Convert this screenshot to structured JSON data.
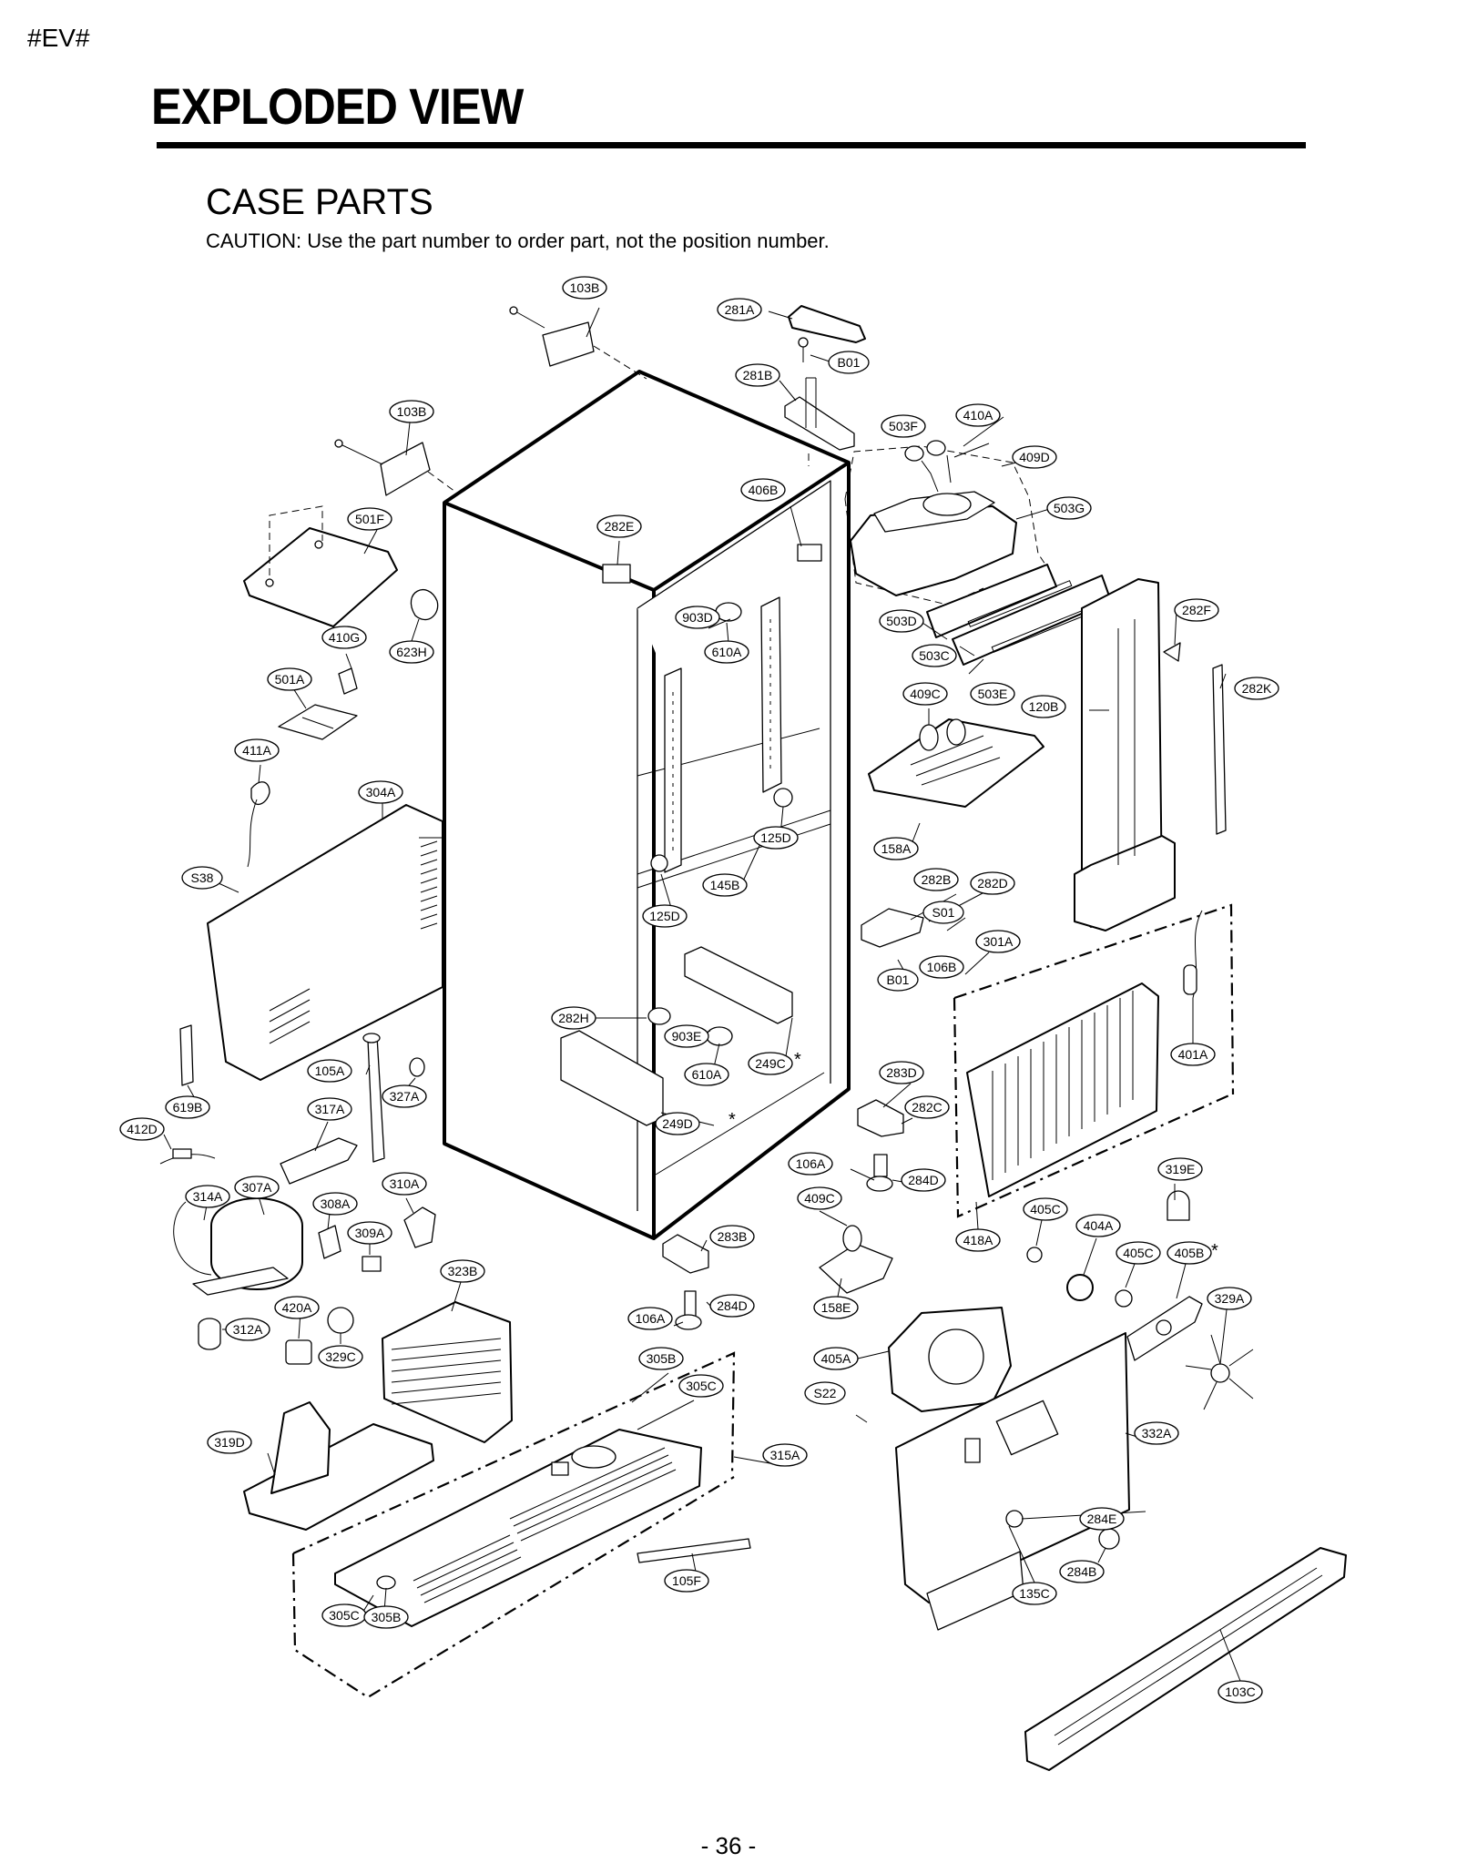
{
  "page_tag": "#EV#",
  "title": "EXPLODED VIEW",
  "section_title": "CASE PARTS",
  "caution": "CAUTION: Use the part number to order part, not the position number.",
  "page_number": "- 36 -",
  "asterisk": "*",
  "callouts": {
    "c01": "103B",
    "c02": "281A",
    "c03": "B01",
    "c04": "281B",
    "c05": "103B",
    "c06": "410A",
    "c07": "503F",
    "c08": "409D",
    "c09": "406B",
    "c10": "503G",
    "c11": "282E",
    "c12": "501F",
    "c13": "903D",
    "c14": "610A",
    "c15": "503D",
    "c16": "282F",
    "c17": "410G",
    "c18": "623H",
    "c19": "503C",
    "c20": "501A",
    "c21": "409C",
    "c22": "503E",
    "c23": "120B",
    "c24": "282K",
    "c25": "411A",
    "c26": "304A",
    "c27": "125D",
    "c28": "158A",
    "c29": "S38",
    "c30": "145B",
    "c31": "282B",
    "c32": "282D",
    "c33": "125D",
    "c34": "S01",
    "c35": "301A",
    "c36": "106B",
    "c37": "B01",
    "c38": "282H",
    "c39": "903E",
    "c40": "401A",
    "c41": "249C",
    "c42": "105A",
    "c43": "610A",
    "c44": "283D",
    "c45": "327A",
    "c46": "619B",
    "c47": "317A",
    "c48": "282C",
    "c49": "249D",
    "c50": "412D",
    "c51": "106A",
    "c52": "319E",
    "c53": "284D",
    "c54": "310A",
    "c55": "307A",
    "c56": "314A",
    "c57": "308A",
    "c58": "409C",
    "c59": "405C",
    "c60": "309A",
    "c61": "283B",
    "c62": "404A",
    "c63": "418A",
    "c64": "405C",
    "c65": "405B",
    "c66": "323B",
    "c67": "329A",
    "c68": "420A",
    "c69": "284D",
    "c70": "106A",
    "c71": "158E",
    "c72": "312A",
    "c73": "329C",
    "c74": "305B",
    "c75": "405A",
    "c76": "305C",
    "c77": "S22",
    "c78": "319D",
    "c79": "315A",
    "c80": "332A",
    "c81": "284E",
    "c82": "105F",
    "c83": "284B",
    "c84": "135C",
    "c85": "305C",
    "c86": "305B",
    "c87": "103C"
  }
}
